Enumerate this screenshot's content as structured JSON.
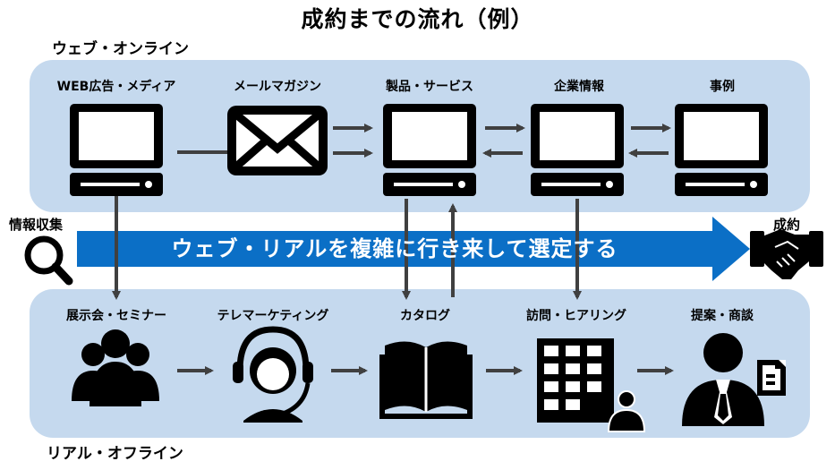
{
  "title": "成約までの流れ（例）",
  "sections": {
    "online": "ウェブ・オンライン",
    "offline": "リアル・オフライン"
  },
  "online_steps": [
    {
      "label": "WEB広告・メディア",
      "icon": "computer-monitor-icon"
    },
    {
      "label": "メールマガジン",
      "icon": "envelope-icon"
    },
    {
      "label": "製品・サービス",
      "icon": "computer-monitor-icon"
    },
    {
      "label": "企業情報",
      "icon": "computer-monitor-icon"
    },
    {
      "label": "事例",
      "icon": "computer-monitor-icon"
    }
  ],
  "offline_steps": [
    {
      "label": "展示会・セミナー",
      "icon": "people-group-icon"
    },
    {
      "label": "テレマーケティング",
      "icon": "headset-operator-icon"
    },
    {
      "label": "カタログ",
      "icon": "open-book-icon"
    },
    {
      "label": "訪問・ヒアリング",
      "icon": "office-building-icon"
    },
    {
      "label": "提案・商談",
      "icon": "businessman-document-icon"
    }
  ],
  "band": {
    "text": "ウェブ・リアルを複雑に行き来して選定する",
    "start_label": "情報収集",
    "end_label": "成約",
    "start_icon": "magnifier-icon",
    "end_icon": "handshake-icon"
  },
  "colors": {
    "panel": "#c5d9ee",
    "band": "#0b6fc6",
    "arrow": "#404040",
    "icon": "#000000"
  }
}
